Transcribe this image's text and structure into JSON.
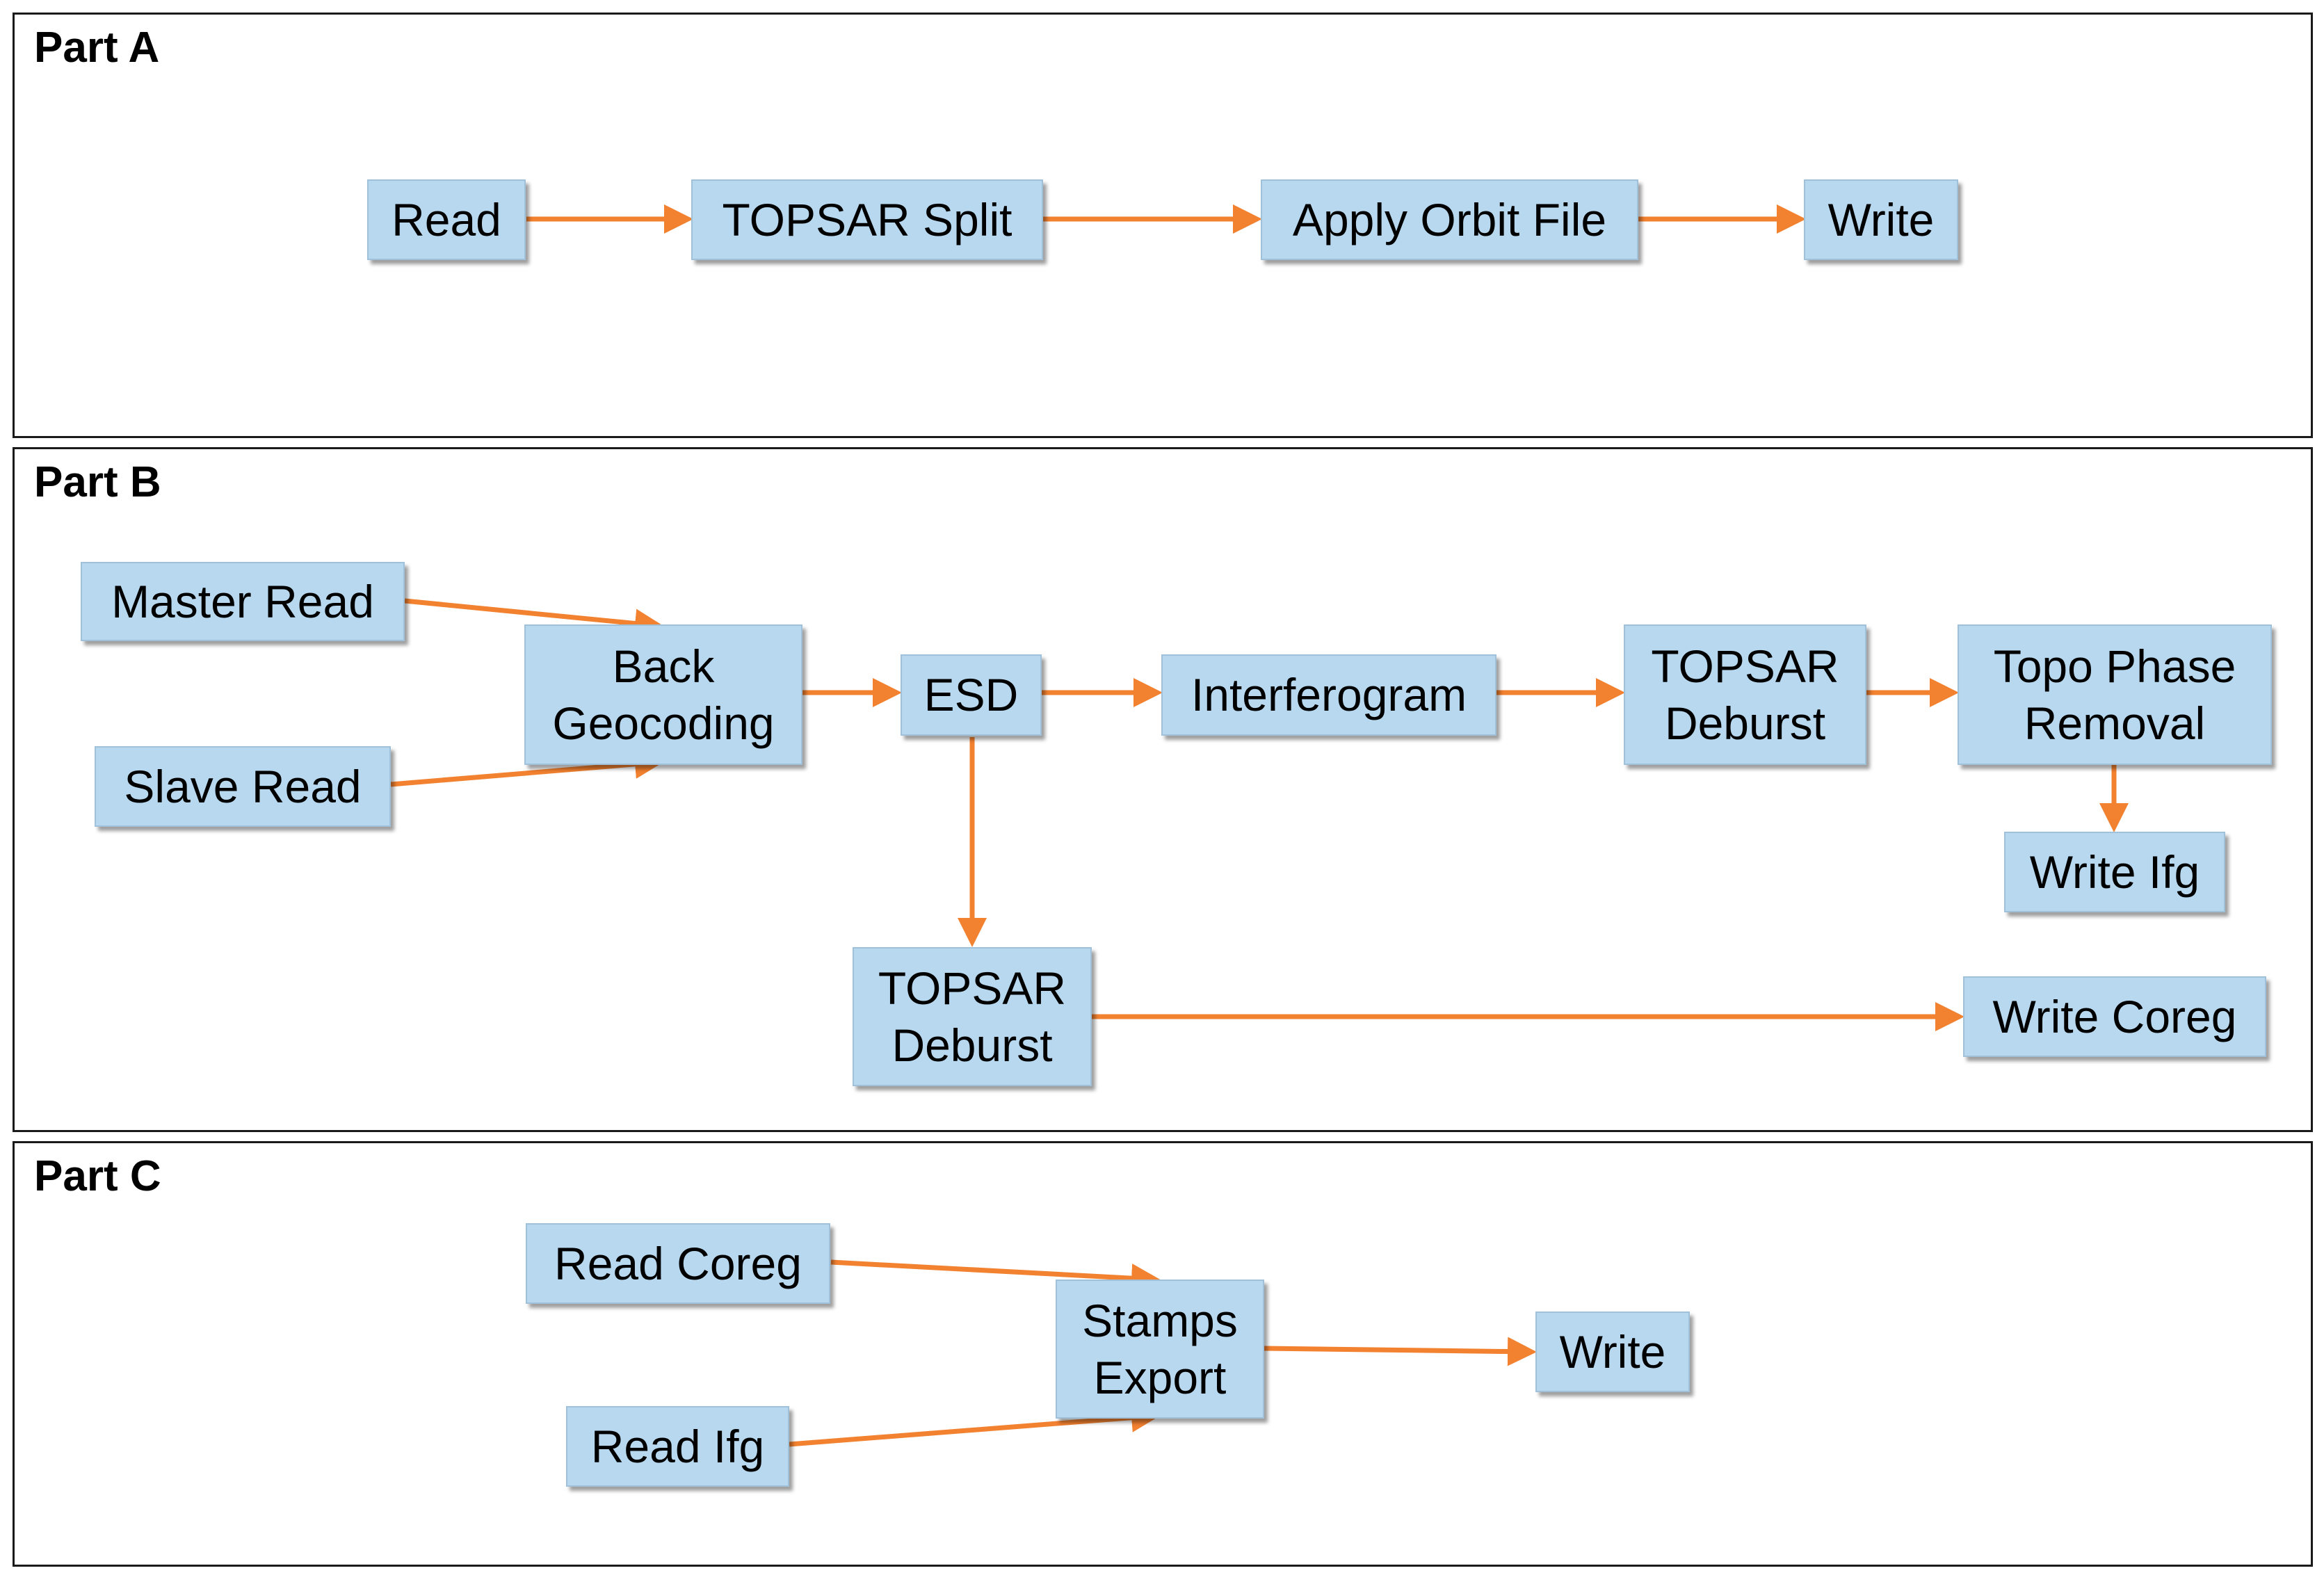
{
  "parts": {
    "a": {
      "title": "Part A",
      "nodes": {
        "read": "Read",
        "topsar_split": "TOPSAR Split",
        "apply_orbit": "Apply Orbit File",
        "write": "Write"
      }
    },
    "b": {
      "title": "Part B",
      "nodes": {
        "master_read": "Master Read",
        "slave_read": "Slave Read",
        "back_geocoding": "Back\nGeocoding",
        "esd": "ESD",
        "interferogram": "Interferogram",
        "topsar_deburst_1": "TOPSAR\nDeburst",
        "topo_phase": "Topo Phase\nRemoval",
        "write_ifg": "Write Ifg",
        "topsar_deburst_2": "TOPSAR\nDeburst",
        "write_coreg": "Write Coreg"
      }
    },
    "c": {
      "title": "Part C",
      "nodes": {
        "read_coreg": "Read Coreg",
        "read_ifg": "Read Ifg",
        "stamps_export": "Stamps\nExport",
        "write": "Write"
      }
    }
  },
  "colors": {
    "node_fill": "#b7d8ee",
    "arrow": "#f28130",
    "border": "#1a1a1a"
  }
}
